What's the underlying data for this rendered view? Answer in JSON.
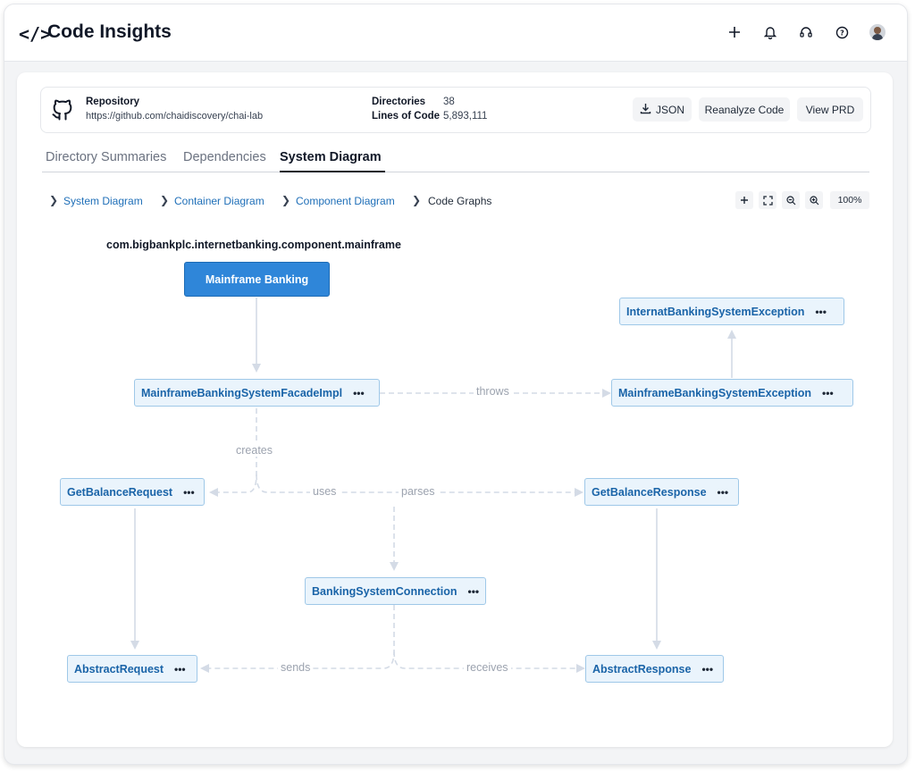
{
  "app": {
    "title": "Code Insights",
    "logo_icon": "</>"
  },
  "toolbar_icons": [
    "plus-icon",
    "bell-icon",
    "headset-icon",
    "help-icon"
  ],
  "repository": {
    "label": "Repository",
    "url": "https://github.com/chaidiscovery/chai-lab",
    "directories_label": "Directories",
    "directories_value": "38",
    "loc_label": "Lines of Code",
    "loc_value": "5,893,111"
  },
  "actions": {
    "json": "JSON",
    "reanalyze": "Reanalyze Code",
    "view_prd": "View PRD"
  },
  "tabs": [
    {
      "label": "Directory Summaries",
      "active": false
    },
    {
      "label": "Dependencies",
      "active": false
    },
    {
      "label": "System Diagram",
      "active": true
    }
  ],
  "breadcrumbs": [
    "System Diagram",
    "Container Diagram",
    "Component Diagram",
    "Code Graphs"
  ],
  "zoom": {
    "level": "100%"
  },
  "diagram": {
    "package": "com.bigbankplc.internetbanking.component.mainframe",
    "nodes": {
      "mainframe": "Mainframe Banking",
      "facade": "MainframeBankingSystemFacadeImpl",
      "internet_exception": "InternatBankingSystemException",
      "mainframe_exception": "MainframeBankingSystemException",
      "get_balance_request": "GetBalanceRequest",
      "get_balance_response": "GetBalanceResponse",
      "connection": "BankingSystemConnection",
      "abstract_request": "AbstractRequest",
      "abstract_response": "AbstractResponse"
    },
    "more_label": "•••",
    "edges": {
      "throws": "throws",
      "creates": "creates",
      "uses": "uses",
      "parses": "parses",
      "sends": "sends",
      "receives": "receives"
    }
  },
  "colors": {
    "accent": "#2f86d9",
    "link": "#1f6fb8",
    "node_fill": "#eaf4fc",
    "edge": "#d4dbe6"
  }
}
